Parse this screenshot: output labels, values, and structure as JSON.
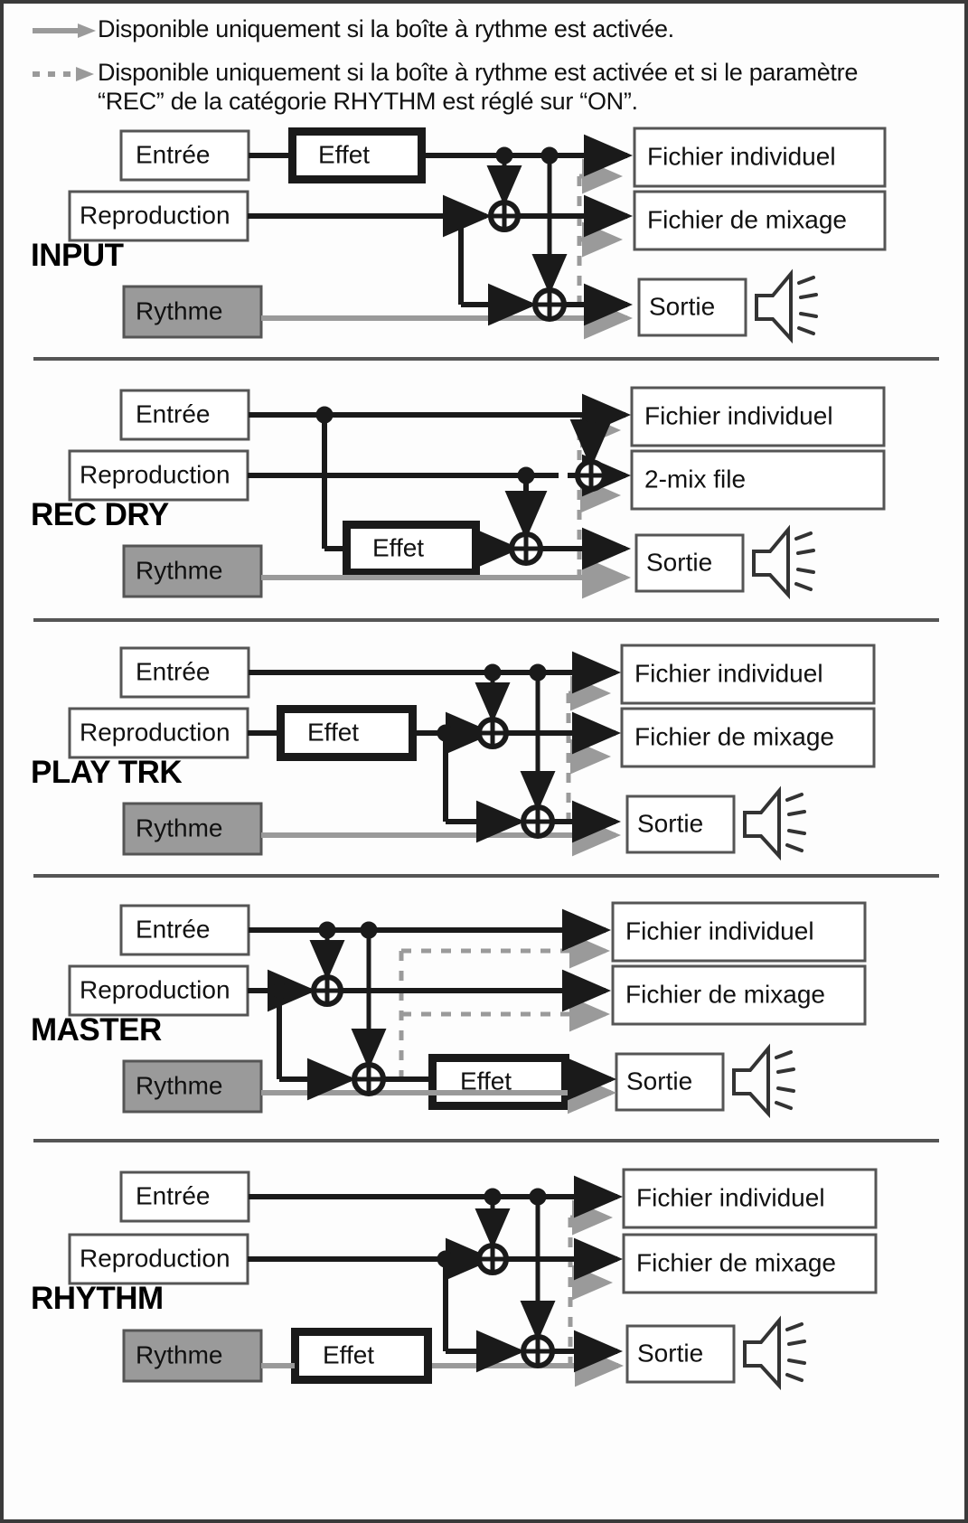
{
  "legend": {
    "items": [
      {
        "glyph": "solid-gray-arrow",
        "text": "Disponible uniquement si la boîte à rythme est activée."
      },
      {
        "glyph": "dashed-gray-arrow",
        "text": "Disponible uniquement si la boîte à rythme est activée et si le paramètre “REC” de la catégorie RHYTHM est réglé sur “ON”."
      }
    ]
  },
  "labels": {
    "input": "Entrée",
    "playback": "Reproduction",
    "rhythm": "Rythme",
    "effect": "Effet",
    "individual_file": "Fichier individuel",
    "mix_file": "Fichier de mixage",
    "two_mix_file": "2-mix file",
    "output": "Sortie"
  },
  "colors": {
    "rhythm_fill": "#9a9a9a",
    "signal": "#1a1a1a",
    "rhythm_signal": "#9a9a9a",
    "dashed_signal": "#9a9a9a",
    "border": "#3a3a3a",
    "separator": "#555555"
  },
  "blocks": [
    {
      "id": "input",
      "mode": "INPUT",
      "sources": [
        "Entrée",
        "Reproduction",
        "Rythme"
      ],
      "destinations": [
        "Fichier individuel",
        "Fichier de mixage",
        "Sortie"
      ],
      "effect_position": "after-input",
      "effect_label": "Effet"
    },
    {
      "id": "rec-dry",
      "mode": "REC DRY",
      "sources": [
        "Entrée",
        "Reproduction",
        "Rythme"
      ],
      "destinations": [
        "Fichier individuel",
        "2-mix file",
        "Sortie"
      ],
      "effect_position": "input-branch-to-output",
      "effect_label": "Effet"
    },
    {
      "id": "play-trk",
      "mode": "PLAY TRK",
      "sources": [
        "Entrée",
        "Reproduction",
        "Rythme"
      ],
      "destinations": [
        "Fichier individuel",
        "Fichier de mixage",
        "Sortie"
      ],
      "effect_position": "after-playback",
      "effect_label": "Effet"
    },
    {
      "id": "master",
      "mode": "MASTER",
      "sources": [
        "Entrée",
        "Reproduction",
        "Rythme"
      ],
      "destinations": [
        "Fichier individuel",
        "Fichier de mixage",
        "Sortie"
      ],
      "effect_position": "master-output",
      "effect_label": "Effet"
    },
    {
      "id": "rhythm",
      "mode": "RHYTHM",
      "sources": [
        "Entrée",
        "Reproduction",
        "Rythme"
      ],
      "destinations": [
        "Fichier individuel",
        "Fichier de mixage",
        "Sortie"
      ],
      "effect_position": "after-rhythm",
      "effect_label": "Effet"
    }
  ]
}
